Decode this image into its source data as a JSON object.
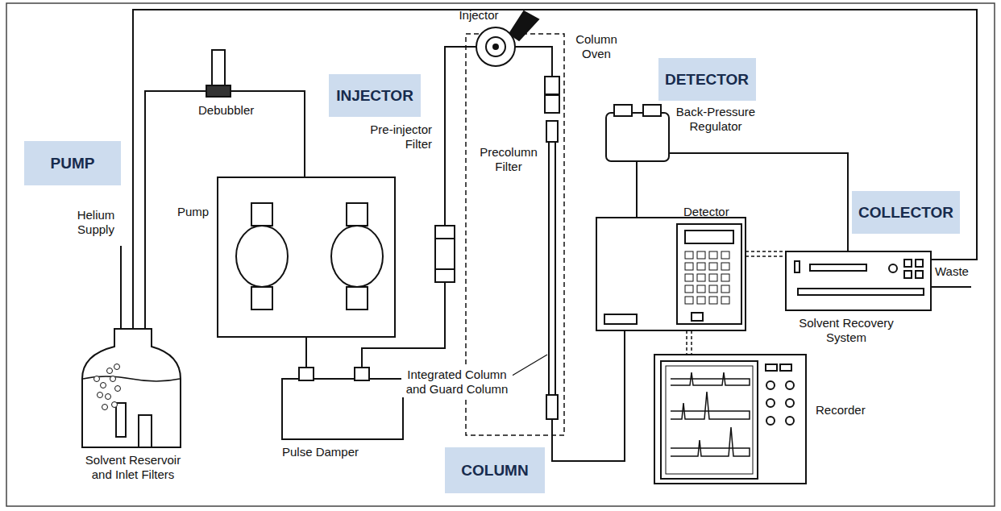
{
  "diagram": {
    "nodes": [
      {
        "text": [
          "PUMP"
        ]
      },
      {
        "text": [
          "INJECTOR"
        ]
      },
      {
        "text": [
          "DETECTOR"
        ]
      },
      {
        "text": [
          "COLLECTOR"
        ]
      },
      {
        "text": [
          "COLUMN"
        ]
      }
    ],
    "labels": [
      "Helium Supply",
      "Debubbler",
      "Pump",
      "Solvent Reservoir and Inlet Filters",
      "Pulse Damper",
      "Pre-injector Filter",
      "Injector",
      "Column Oven",
      "Precolumn Filter",
      "Integrated Column and Guard Column",
      "Back-Pressure Regulator",
      "Detector",
      "Solvent Recovery System",
      "Waste",
      "Recorder"
    ]
  }
}
